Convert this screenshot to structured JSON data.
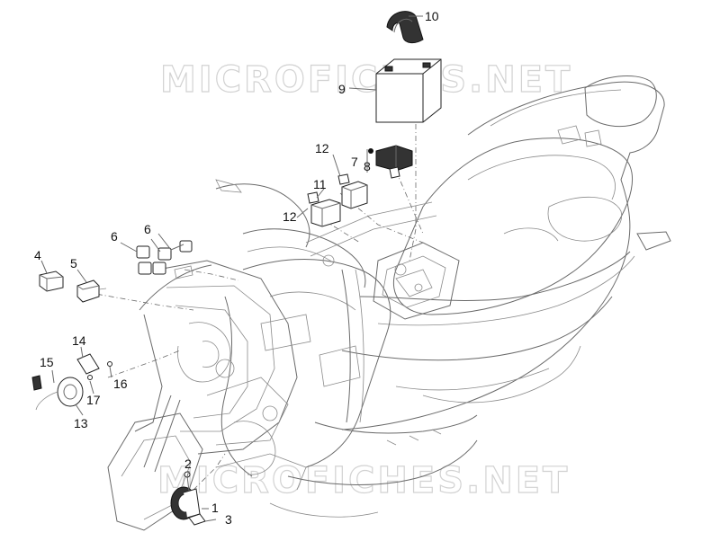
{
  "watermark": {
    "text_top": "MICROFICHES.NET",
    "text_bottom": "MICROFICHES.NET"
  },
  "callouts": {
    "c1": "1",
    "c2": "2",
    "c3": "3",
    "c4": "4",
    "c5": "5",
    "c6a": "6",
    "c6b": "6",
    "c7": "7",
    "c8": "8",
    "c9": "9",
    "c10": "10",
    "c11": "11",
    "c12a": "12",
    "c12b": "12",
    "c13": "13",
    "c14": "14",
    "c15": "15",
    "c16": "16",
    "c17": "17"
  }
}
